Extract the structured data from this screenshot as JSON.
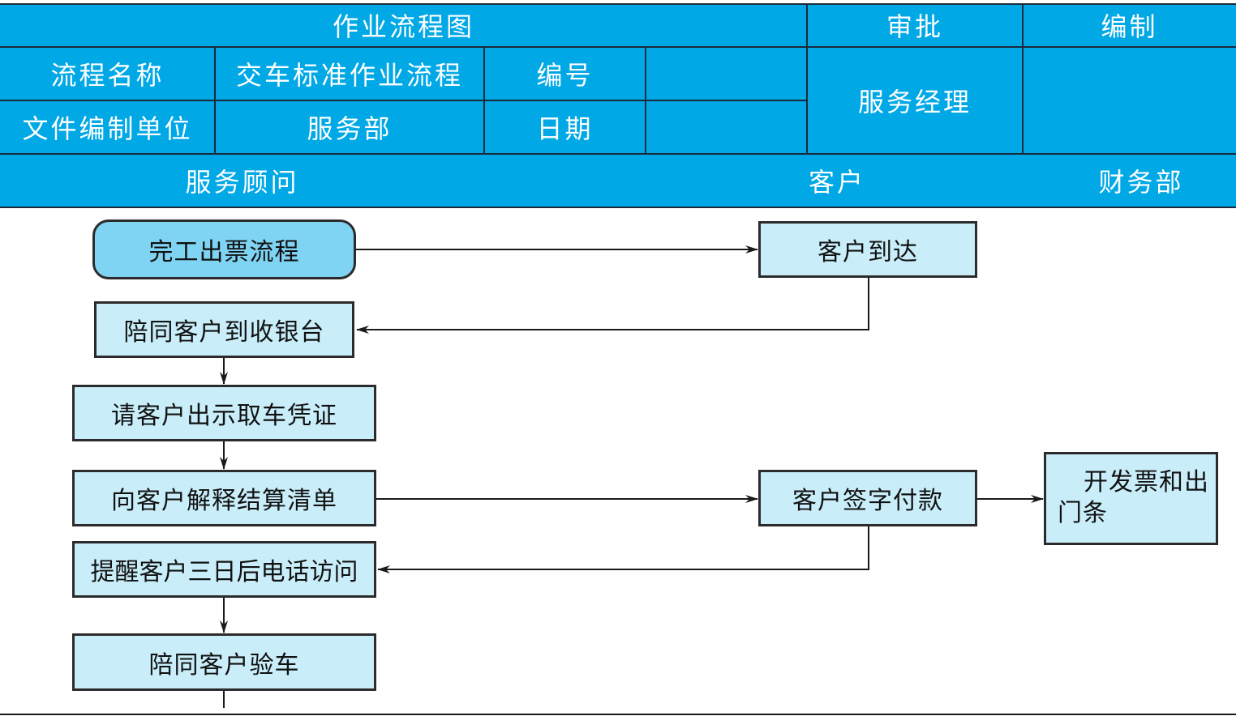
{
  "header": {
    "title": "作业流程图",
    "approve_label": "审批",
    "compile_label": "编制",
    "process_name_label": "流程名称",
    "process_name_value": "交车标准作业流程",
    "number_label": "编号",
    "number_value": "",
    "unit_label": "文件编制单位",
    "unit_value": "服务部",
    "date_label": "日期",
    "date_value": "",
    "approver_value": "服务经理",
    "compiler_value": ""
  },
  "lanes": {
    "advisor": "服务顾问",
    "customer": "客户",
    "finance": "财务部"
  },
  "nodes": {
    "start": "完工出票流程",
    "customer_arrive": "客户到达",
    "accompany_cashier": "陪同客户到收银台",
    "show_voucher": "请客户出示取车凭证",
    "explain_bill": "向客户解释结算清单",
    "sign_pay": "客户签字付款",
    "invoice": "开发票和出门条",
    "remind_call": "提醒客户三日后电话访问",
    "inspect_car": "陪同客户验车"
  },
  "colors": {
    "header_bg": "#00a8e6",
    "start_fill": "#7fd3f3",
    "node_fill": "#c9eefa",
    "stroke": "#2b2b2b"
  }
}
